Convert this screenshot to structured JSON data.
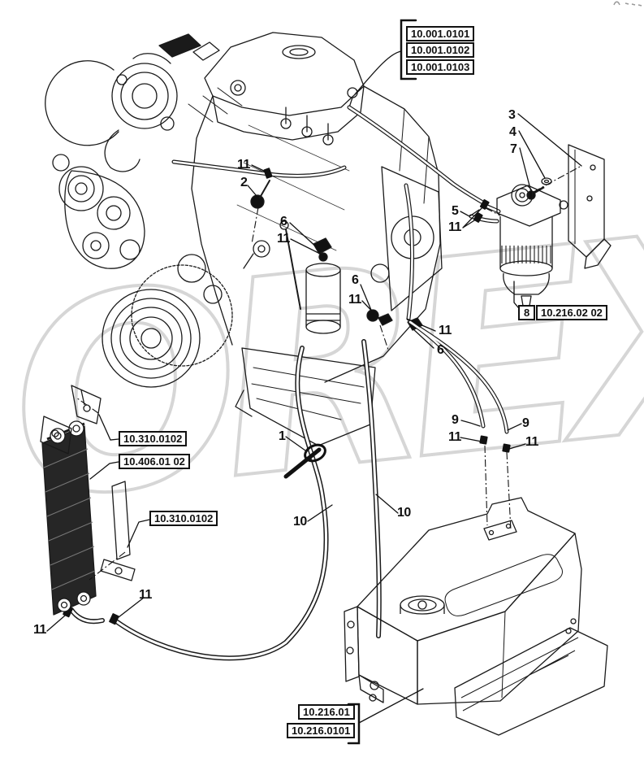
{
  "watermark": "OREX",
  "refs": [
    "10.001.0101",
    "10.001.0102",
    "10.001.0103",
    "8",
    "10.216.02 02",
    "10.310.0102",
    "10.406.01 02",
    "10.310.0102",
    "10.216.01",
    "10.216.0101"
  ],
  "callouts": [
    "11",
    "2",
    "6",
    "11",
    "6",
    "11",
    "11",
    "6",
    "5",
    "11",
    "3",
    "4",
    "7",
    "9",
    "9",
    "11",
    "11",
    "1",
    "10",
    "10",
    "11",
    "11"
  ],
  "colors": {
    "line": "#1a1a1a",
    "watermark": "#d6d6d6",
    "background": "#ffffff"
  }
}
